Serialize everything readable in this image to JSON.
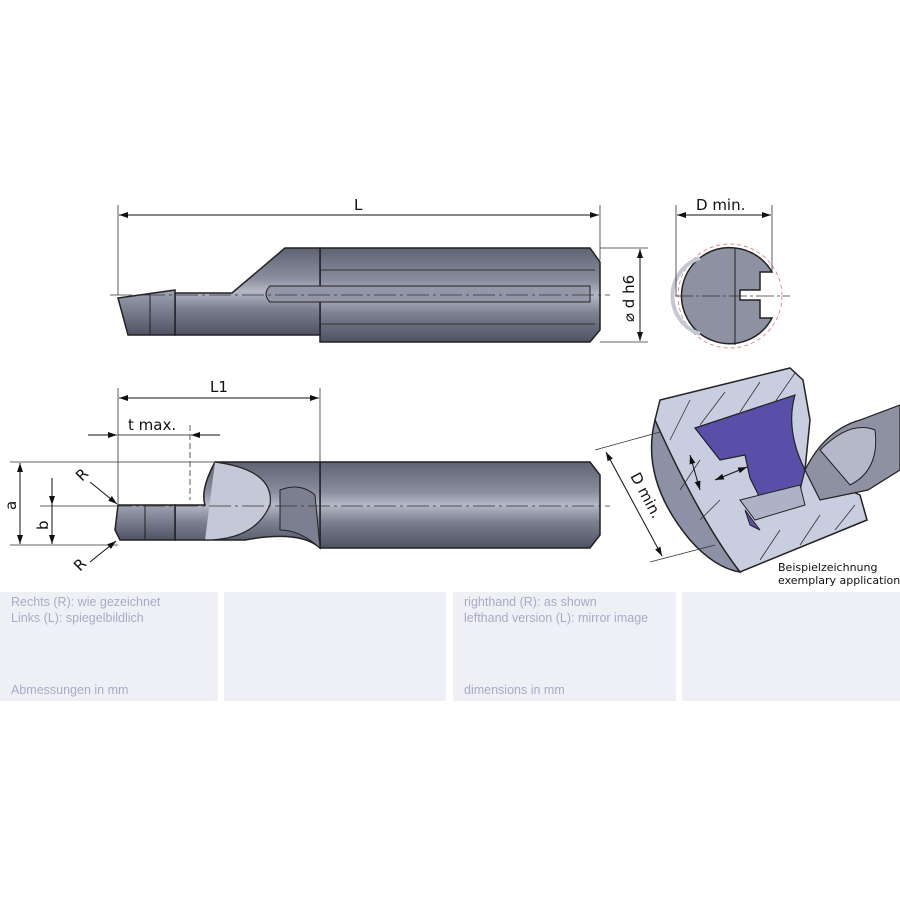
{
  "drawing": {
    "labels": {
      "L": "L",
      "d_min_top": "D min.",
      "d_h6": "⌀ d h6",
      "L1": "L1",
      "t_max": "t max.",
      "a": "a",
      "b": "b",
      "r_top": "R",
      "r_bottom": "R",
      "d_min_iso": "D min."
    },
    "caption": {
      "line1": "Beispielzeichnung",
      "line2": "exemplary application"
    },
    "colors": {
      "tool": "#6e7282",
      "tool_light": "#a9adbd",
      "workpiece": "#c9cde0",
      "cavity": "#5a4fa8",
      "panel": "#eef0f5",
      "panel_text": "#a7acc6"
    }
  },
  "panels": [
    {
      "line1": "Rechts (R): wie gezeichnet",
      "line2": "Links (L): spiegelbildlich",
      "footer": "Abmessungen in mm"
    },
    {
      "line1": "",
      "line2": "",
      "footer": ""
    },
    {
      "line1": "righthand (R): as shown",
      "line2": "lefthand version (L): mirror image",
      "footer": "dimensions in mm"
    },
    {
      "line1": "",
      "line2": "",
      "footer": ""
    }
  ]
}
